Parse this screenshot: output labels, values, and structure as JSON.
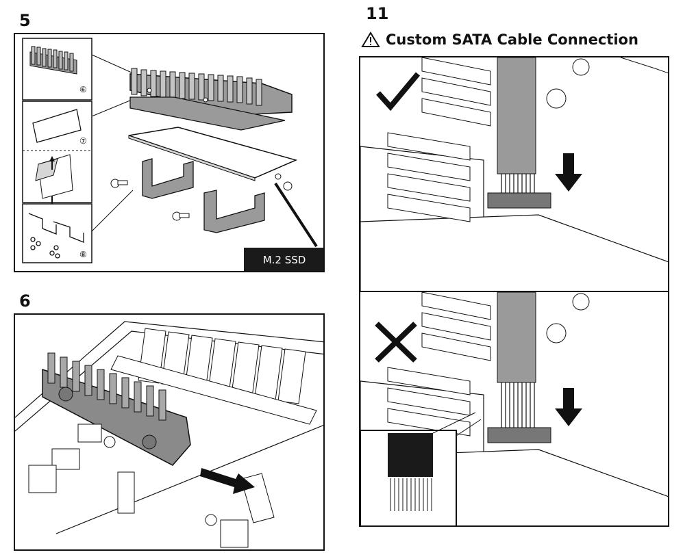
{
  "steps": {
    "step5": {
      "number": "5",
      "parts": [
        "⑥",
        "⑦",
        "⑧"
      ],
      "ssd_label": "M.2 SSD"
    },
    "step6": {
      "number": "6"
    },
    "step11": {
      "number": "11",
      "title": "Custom SATA Cable Connection",
      "warning_icon": "warning-triangle-icon"
    }
  },
  "status": {
    "correct_icon": "checkmark-icon",
    "wrong_icon": "x-mark-icon"
  },
  "colors": {
    "ink": "#111111",
    "fill_gray": "#9a9a9a",
    "light_gray": "#d6d6d6",
    "dark": "#1a1a1a"
  }
}
